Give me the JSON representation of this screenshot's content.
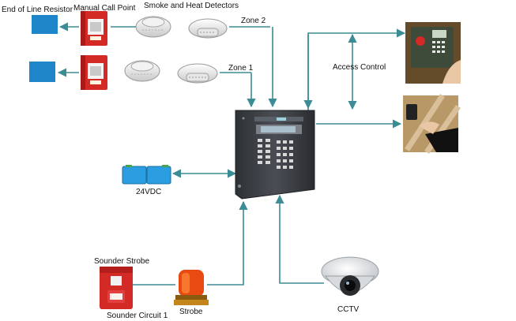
{
  "labels": {
    "eol_resistor": "End of Line Resistor",
    "manual_call_point": "Manual Call Point",
    "smoke_heat": "Smoke and Heat Detectors",
    "zone2": "Zone 2",
    "zone1": "Zone 1",
    "access_control": "Access Control",
    "battery": "24VDC",
    "sounder_strobe": "Sounder Strobe",
    "sounder_circuit": "Sounder Circuit 1",
    "strobe": "Strobe",
    "cctv": "CCTV"
  },
  "colors": {
    "line": "#3b8c94",
    "resistor": "#1e86c8",
    "call_point": "#d42a26",
    "battery": "#2a9ee0",
    "panel": "#3c3f44",
    "strobe": "#e84a12"
  },
  "icons": {
    "eol": "blue-resistor-box",
    "call": "red-call-point",
    "detector": "smoke-detector",
    "panel": "fire-alarm-panel",
    "access": "keypad-reader",
    "battery": "battery-pack",
    "sounder": "sounder-strobe",
    "strobe": "strobe-beacon",
    "camera": "dome-camera"
  }
}
